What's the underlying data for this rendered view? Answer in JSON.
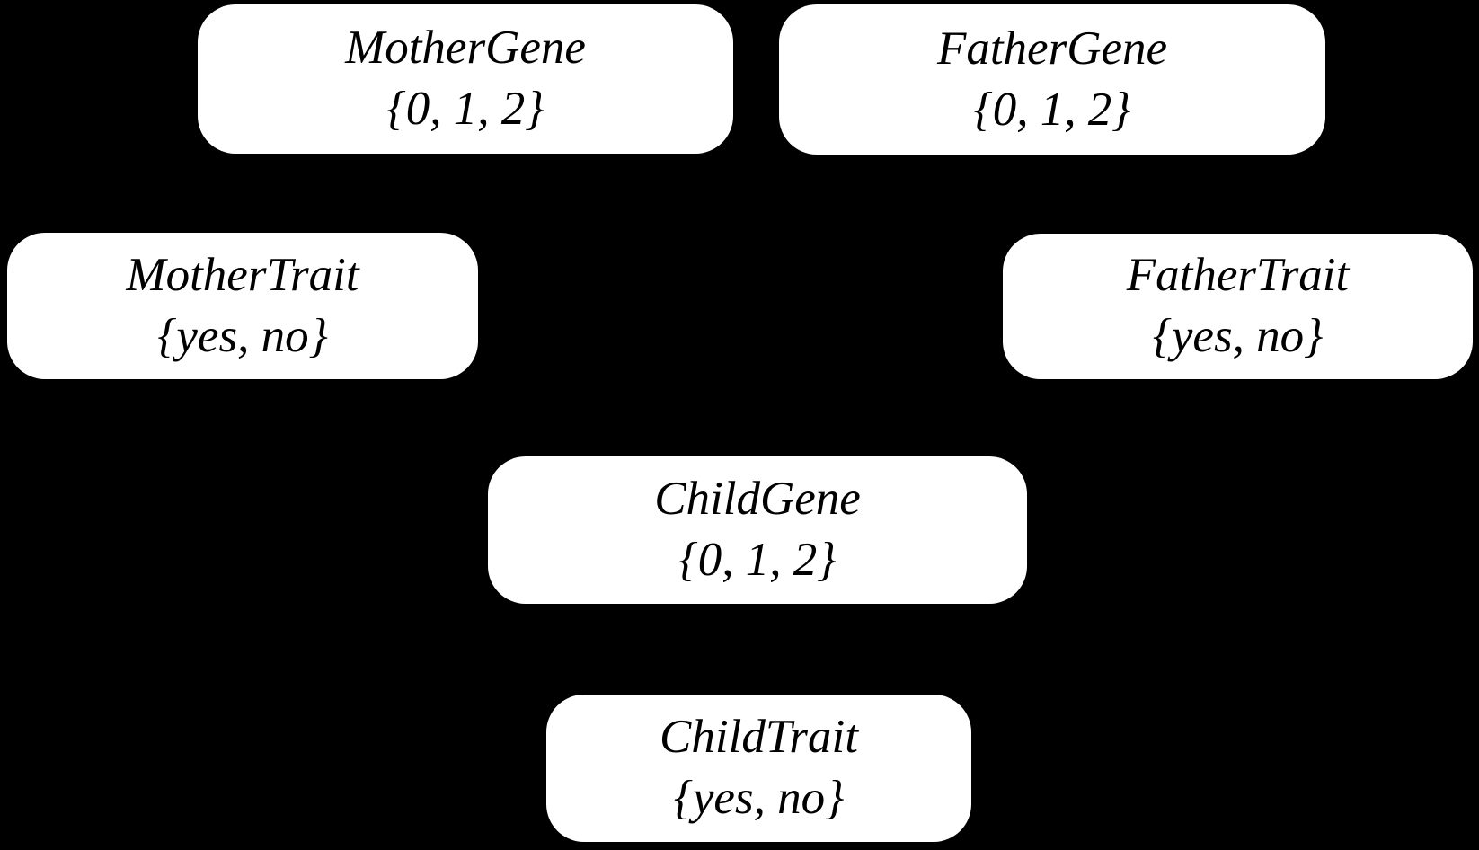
{
  "colors": {
    "background": "#000000",
    "node_fill": "#ffffff",
    "node_text": "#000000"
  },
  "nodes": {
    "mother_gene": {
      "label": "MotherGene",
      "domain": "{0, 1, 2}"
    },
    "father_gene": {
      "label": "FatherGene",
      "domain": "{0, 1, 2}"
    },
    "mother_trait": {
      "label": "MotherTrait",
      "domain": "{yes, no}"
    },
    "father_trait": {
      "label": "FatherTrait",
      "domain": "{yes, no}"
    },
    "child_gene": {
      "label": "ChildGene",
      "domain": "{0, 1, 2}"
    },
    "child_trait": {
      "label": "ChildTrait",
      "domain": "{yes, no}"
    }
  }
}
